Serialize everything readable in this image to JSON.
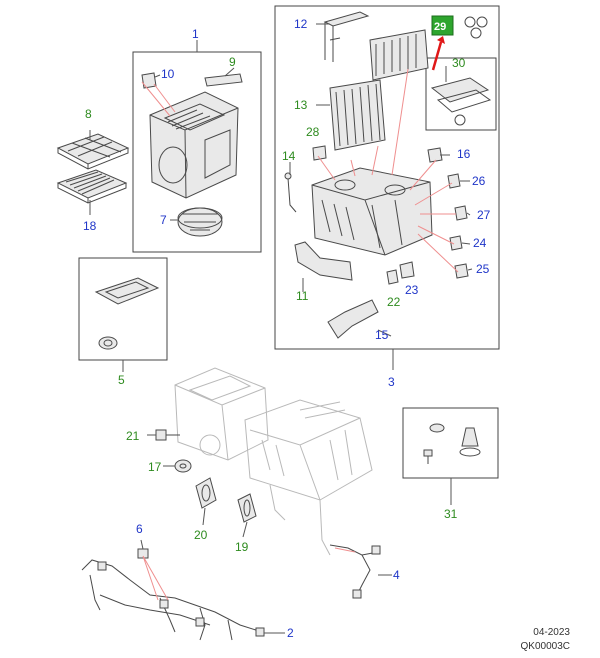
{
  "callouts": {
    "c1": "1",
    "c2": "2",
    "c3": "3",
    "c4": "4",
    "c5": "5",
    "c6": "6",
    "c7": "7",
    "c8": "8",
    "c9": "9",
    "c10": "10",
    "c11": "11",
    "c12": "12",
    "c13": "13",
    "c14": "14",
    "c15": "15",
    "c16": "16",
    "c17": "17",
    "c18": "18",
    "c19": "19",
    "c20": "20",
    "c21": "21",
    "c22": "22",
    "c23": "23",
    "c24": "24",
    "c25": "25",
    "c26": "26",
    "c27": "27",
    "c28": "28",
    "c29": "29",
    "c30": "30",
    "c31": "31"
  },
  "colors": {
    "blue_callout": "#1f35c8",
    "green_callout": "#2e8b1f",
    "highlight_box": "#2ea52e",
    "leader_line": "#ef8f8f",
    "arrow": "#e01818"
  },
  "footer": {
    "date": "04-2023",
    "code": "QK00003C"
  }
}
